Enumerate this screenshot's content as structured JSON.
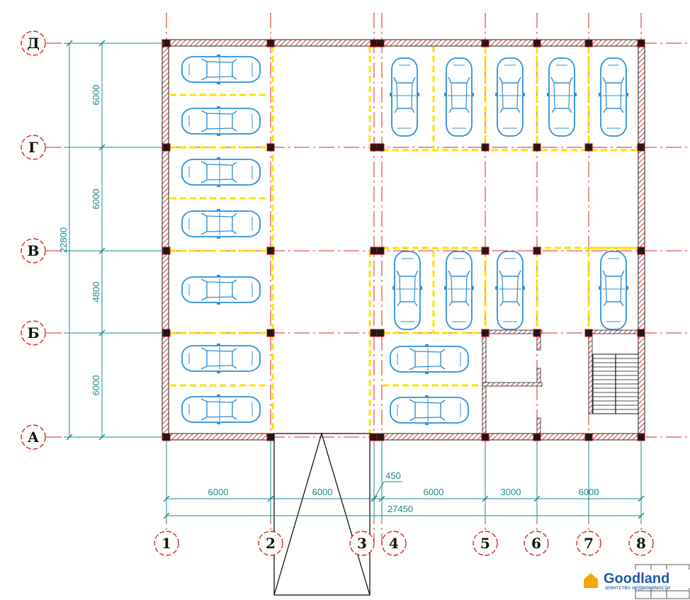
{
  "colors": {
    "axis": "#d62828",
    "wall": "#a0a0a0",
    "column": "#c00000",
    "parking": "#ffe000",
    "car": "#2f8fd8",
    "dimension": "#1a8a8a",
    "ink": "#111111",
    "brand": "#1e5aa8",
    "brand_icon": "#f2a900"
  },
  "axes": {
    "vertical": [
      "1",
      "2",
      "3",
      "4",
      "5",
      "6",
      "7",
      "8"
    ],
    "horizontal": [
      "Д",
      "Г",
      "В",
      "Б",
      "А"
    ]
  },
  "dimensions": {
    "bottom": [
      "6000",
      "6000",
      "6000",
      "3000",
      "6000"
    ],
    "offset": "450",
    "overall_width": "27450",
    "left": [
      "6000",
      "6000",
      "4800",
      "6000"
    ],
    "overall_height": "22800"
  },
  "parking": {
    "horizontal_spaces": 9,
    "vertical_spaces": 9
  },
  "brand": {
    "name": "Goodland",
    "tagline": "агентство недвижимости"
  }
}
